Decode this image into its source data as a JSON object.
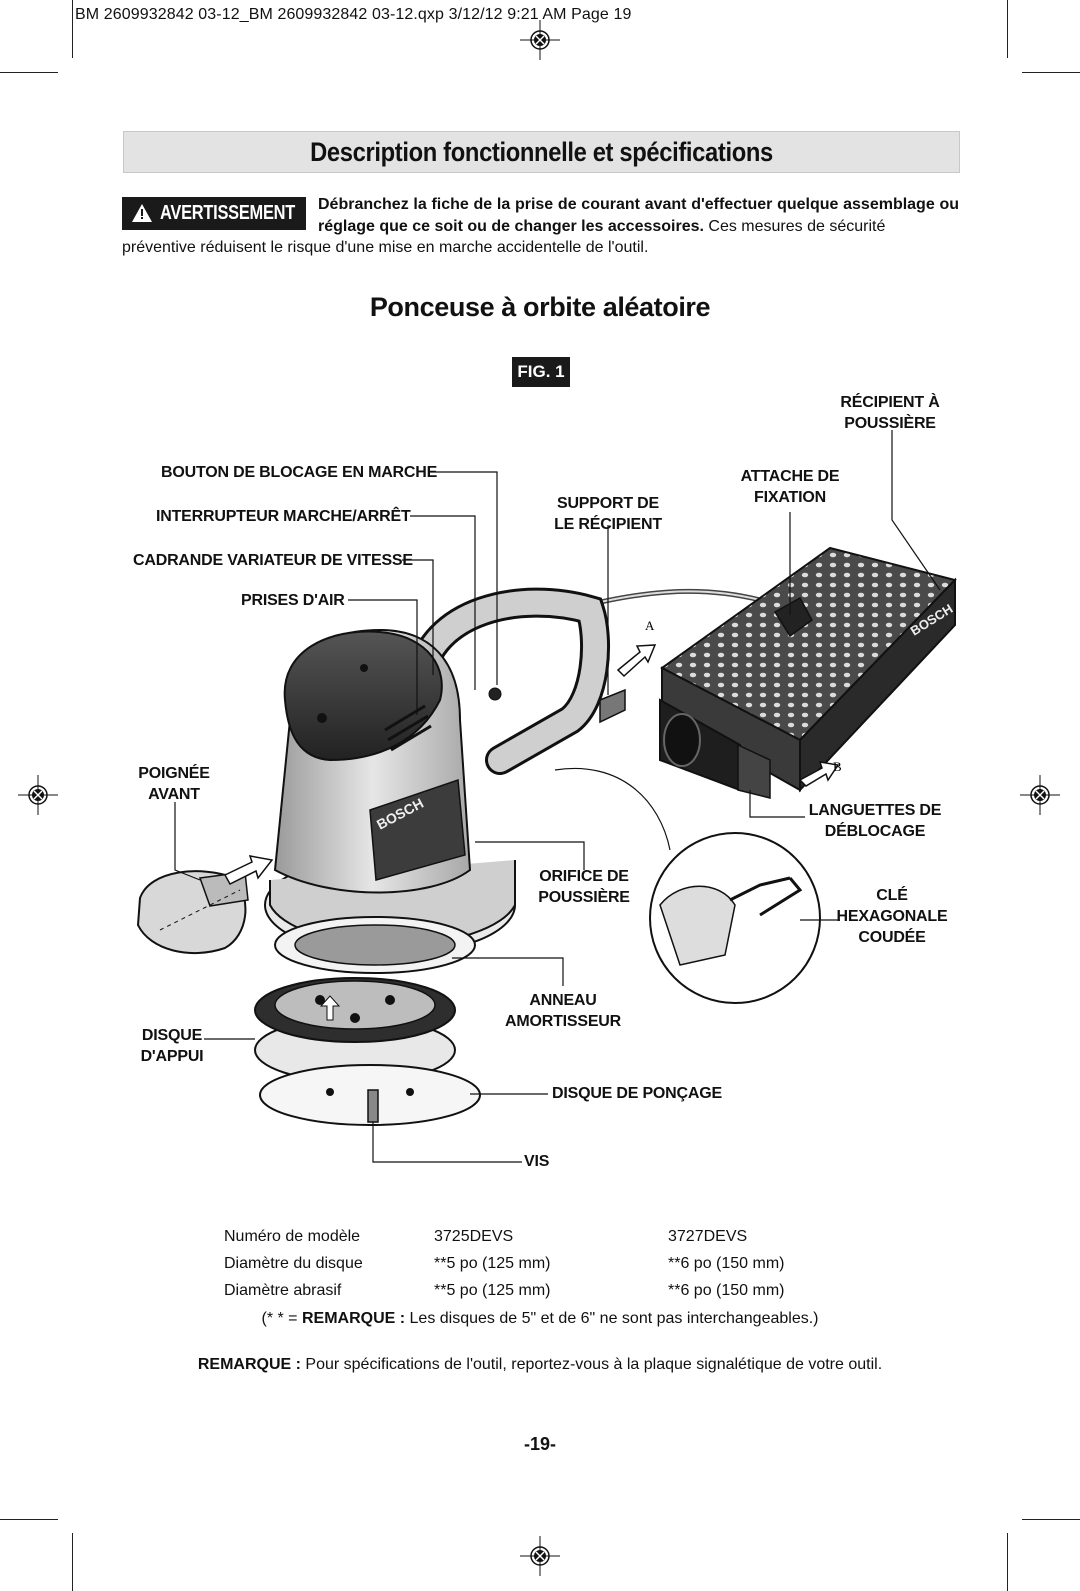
{
  "header": {
    "slug": "BM 2609932842 03-12_BM 2609932842 03-12.qxp  3/12/12  9:21 AM  Page 19"
  },
  "title_banner": "Description fonctionnelle et spécifications",
  "warning": {
    "badge": "AVERTISSEMENT",
    "bold_text": "Débranchez la fiche de la prise de courant avant d'effectuer quelque assemblage ou réglage que ce soit ou de changer les accessoires.",
    "normal_text": " Ces mesures de sécurité",
    "continuation": "préventive réduisent le risque d'une mise en marche accidentelle de l'outil."
  },
  "section_title": "Ponceuse à orbite aléatoire",
  "figure": {
    "badge": "FIG. 1",
    "labels": {
      "recipient": [
        "RÉCIPIENT À",
        "POUSSIÈRE"
      ],
      "bouton_blocage": "BOUTON DE BLOCAGE EN MARCHE",
      "interrupteur": "INTERRUPTEUR MARCHE/ARRÊT",
      "cadrande": "CADRANDE VARIATEUR DE VITESSE",
      "prises_air": "PRISES D'AIR",
      "support": [
        "SUPPORT DE",
        "LE RÉCIPIENT"
      ],
      "attache": [
        "ATTACHE DE",
        "FIXATION"
      ],
      "poignee": [
        "POIGNÉE",
        "AVANT"
      ],
      "languettes": [
        "LANGUETTES DE",
        "DÉBLOCAGE"
      ],
      "orifice": [
        "ORIFICE DE",
        "POUSSIÈRE"
      ],
      "cle": [
        "CLÉ",
        "HEXAGONALE",
        "COUDÉE"
      ],
      "anneau": [
        "ANNEAU",
        "AMORTISSEUR"
      ],
      "disque_appui": [
        "DISQUE",
        "D'APPUI"
      ],
      "disque_poncage": "DISQUE DE PONÇAGE",
      "vis": "VIS",
      "arrow_a": "A",
      "arrow_b": "B",
      "brand_tool": "BOSCH",
      "brand_box": "BOSCH"
    }
  },
  "specs": {
    "rows": [
      [
        "Numéro de modèle",
        "3725DEVS",
        "3727DEVS"
      ],
      [
        "Diamètre du disque",
        "**5 po (125 mm)",
        "**6 po (150 mm)"
      ],
      [
        "Diamètre abrasif",
        "**5 po (125 mm)",
        "**6 po (150 mm)"
      ]
    ]
  },
  "notes": {
    "note1_prefix": "(* * = ",
    "note1_bold": "REMARQUE :",
    "note1_text": " Les disques de 5\" et de 6\" ne sont pas interchangeables.)",
    "note2_bold": "REMARQUE :",
    "note2_text": " Pour spécifications de l'outil, reportez-vous à la plaque signalétique de votre outil."
  },
  "page_number": "-19-"
}
